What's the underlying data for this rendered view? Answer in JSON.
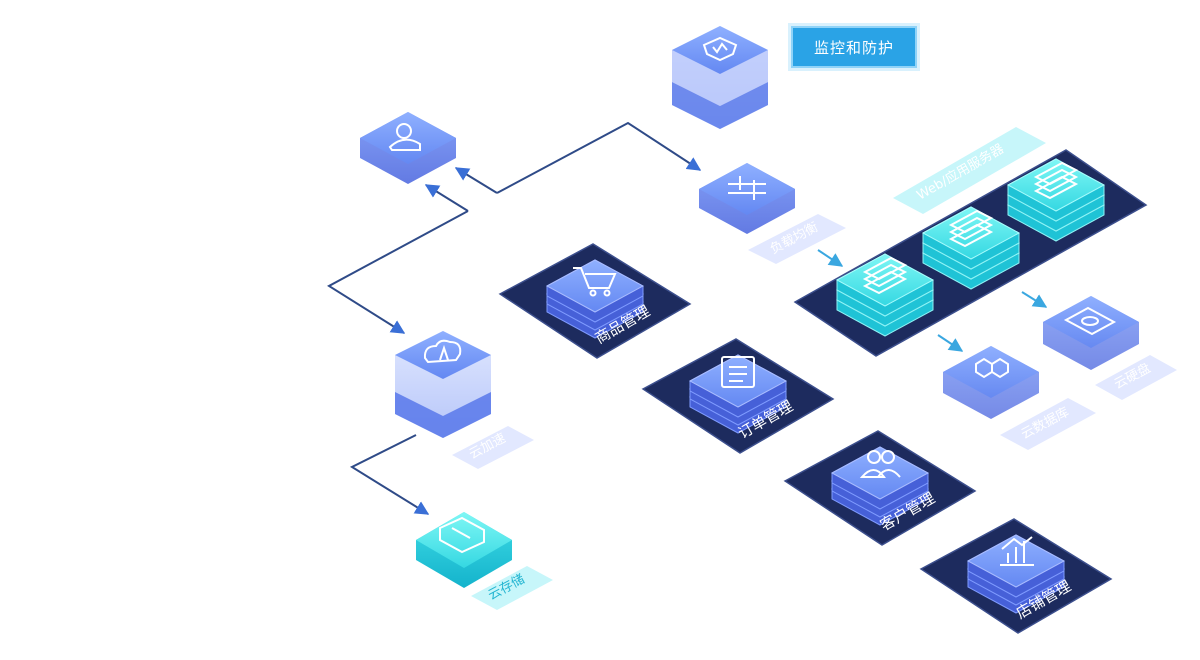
{
  "monitor": {
    "label": "监控和防护"
  },
  "labels": {
    "load_balance": "负载均衡",
    "web_app_server": "Web/应用服务器",
    "cloud_accel": "云加速",
    "cloud_storage": "云存储",
    "cloud_database": "云数据库",
    "cloud_disk": "云硬盘"
  },
  "modules": [
    {
      "label": "商品管理",
      "icon": "cart-icon"
    },
    {
      "label": "订单管理",
      "icon": "order-list-icon"
    },
    {
      "label": "客户管理",
      "icon": "customers-icon"
    },
    {
      "label": "店铺管理",
      "icon": "shop-chart-icon"
    }
  ],
  "colors": {
    "blue_block": "#5b86f0",
    "cyan_block": "#34e0e6",
    "navy_platform": "#1d2b5e",
    "arrow": "#2f4b88",
    "accent_arrow": "#3aa7e0",
    "tag_light_blue": "#e2e8ff",
    "tag_cyan": "#c7f6fa"
  }
}
